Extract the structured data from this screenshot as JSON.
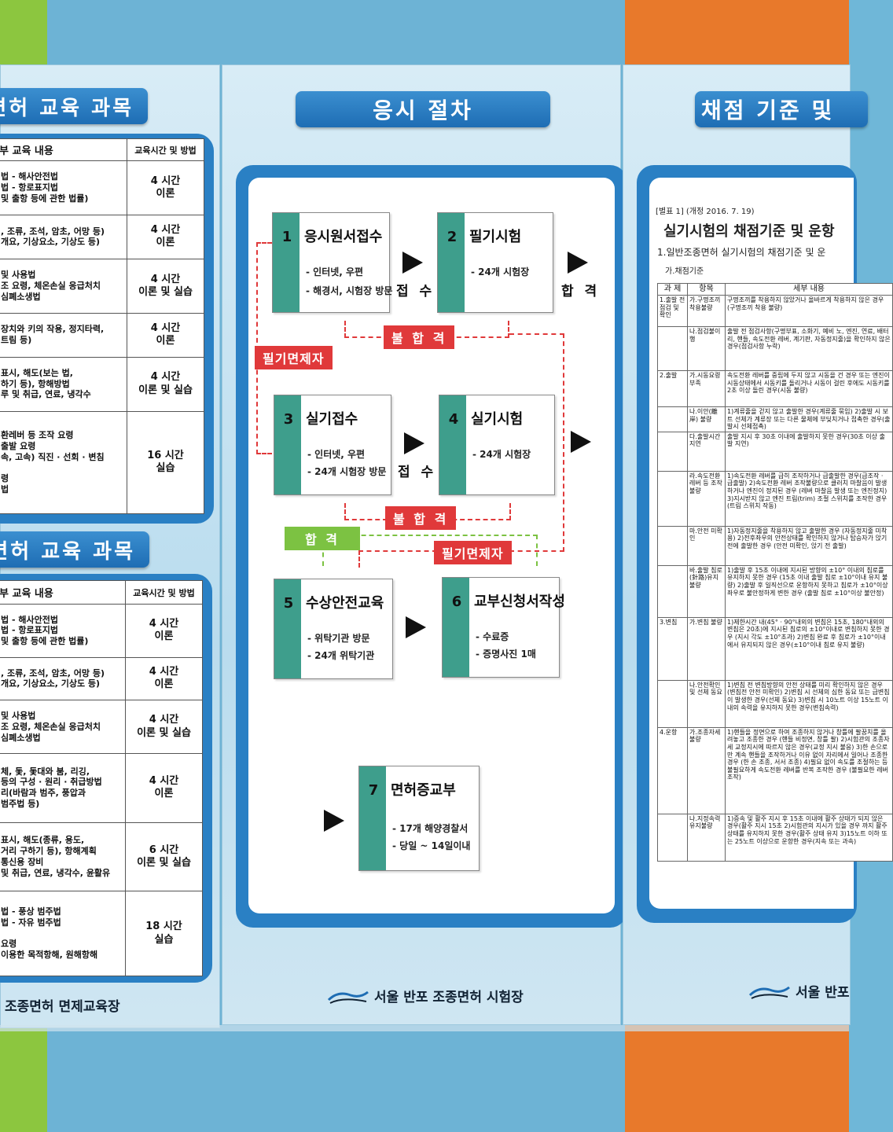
{
  "left_panel": {
    "heading1": "면허 교육 과목",
    "heading2": "면허 교육 과목",
    "col_content": "부 교육 내용",
    "col_time": "교육시간 및 방법",
    "table1": [
      {
        "content": "법          - 해사안전법\n법          - 항로표지법\n및 출항 등에 관한 법률)",
        "time": "4 시간\n이론"
      },
      {
        "content": ", 조류, 조석, 암초, 어망 등)\n개요, 기상요소, 기상도 등)",
        "time": "4 시간\n이론"
      },
      {
        "content": "및 사용법\n조 요령, 체온손실 응급처치\n심폐소생법",
        "time": "4 시간\n이론 및 실습"
      },
      {
        "content": "장치와 키의 작용, 정지타력,\n트림 등)",
        "time": "4 시간\n이론"
      },
      {
        "content": "표시, 해도(보는 법,\n하기 등), 항해방법\n루 및 취급, 연료, 냉각수",
        "time": "4 시간\n이론 및 실습"
      },
      {
        "content": "환레버 등 조작 요령\n출발 요령\n속, 고속) 직진 · 선회 · 변침\n\n령\n법",
        "time": "16 시간\n실습"
      }
    ],
    "table2": [
      {
        "content": "법          - 해사안전법\n법          - 항로표지법\n및 출항 등에 관한 법률)",
        "time": "4 시간\n이론"
      },
      {
        "content": ", 조류, 조석, 암초, 어망 등)\n개요, 기상요소, 기상도 등)",
        "time": "4 시간\n이론"
      },
      {
        "content": "및 사용법\n조 요령, 체온손실 응급처치\n심폐소생법",
        "time": "4 시간\n이론 및 실습"
      },
      {
        "content": "체, 돛, 돛대와 붐, 리깅,\n등의 구성 · 원리 · 취급방법\n리(바람과 범주, 풍압과\n범주법 등)",
        "time": "4 시간\n이론"
      },
      {
        "content": "표시, 해도(종류, 용도,\n거리 구하기 등), 항해계획\n통신용 장비\n및 취급, 연료, 냉각수, 윤활유",
        "time": "6 시간\n이론 및 실습"
      },
      {
        "content": "법          - 풍상 범주법\n법          - 자유 범주법\n\n요령\n이용한 목적항해, 원해항해",
        "time": "18 시간\n실습"
      }
    ],
    "footer": "조종면허 면제교육장"
  },
  "center_panel": {
    "heading": "응시 절차",
    "steps": [
      {
        "num": "1",
        "title": "응시원서접수",
        "lines": [
          "- 인터넷, 우편",
          "- 해경서, 시험장 방문"
        ]
      },
      {
        "num": "2",
        "title": "필기시험",
        "lines": [
          "- 24개 시험장"
        ]
      },
      {
        "num": "3",
        "title": "실기접수",
        "lines": [
          "- 인터넷, 우편",
          "- 24개 시험장 방문"
        ]
      },
      {
        "num": "4",
        "title": "실기시험",
        "lines": [
          "- 24개 시험장"
        ]
      },
      {
        "num": "5",
        "title": "수상안전교육",
        "lines": [
          "- 위탁기관 방문",
          "- 24개 위탁기관"
        ]
      },
      {
        "num": "6",
        "title": "교부신청서작성",
        "lines": [
          "- 수료증",
          "- 증명사진 1매"
        ]
      },
      {
        "num": "7",
        "title": "면허증교부",
        "lines": [
          "- 17개 해양경찰서",
          "- 당일 ~ 14일이내"
        ]
      }
    ],
    "labels": {
      "receive1": "접 수",
      "pass1": "합 격",
      "receive2": "접 수",
      "fail1": "불 합 격",
      "fail2": "불 합 격",
      "written_exempt1": "필기면제자",
      "written_exempt2": "필기면제자",
      "pass2": "합 격"
    },
    "footer": "서울 반포 조종면허 시험장"
  },
  "right_panel": {
    "heading": "채점 기준 및",
    "annex": "[별표 1] (개정 2016. 7. 19)",
    "title": "실기시험의 채점기준 및 운항",
    "subtitle": "1.일반조종면허 실기시험의 채점기준 및 운",
    "subsub": "가.채점기준",
    "columns": [
      "과 제",
      "항목",
      "세부 내용"
    ],
    "rows": [
      {
        "task": "1.출발 전 점검 및 확인",
        "item": "가.구명조끼 착용불량",
        "detail": "구명조끼를 착용하지 않았거나 올바르게 착용하지 않은 경우(구명조끼 착용 불량)"
      },
      {
        "task": "",
        "item": "나.점검불이행",
        "detail": "출발 전 점검사항(구명부표, 소화기, 예비 노, 엔진, 연료, 배터리, 핸들, 속도전환 레버, 계기판, 자동정지줄)을 확인하지 않은 경우(점검사항 누락)"
      },
      {
        "task": "2.출발",
        "item": "가.시동요령 부족",
        "detail": "속도전환 레버를 중립에 두지 않고 시동을 건 경우 또는 엔진이 시동상태에서 시동키를 돌리거나 시동이 걸린 후에도 시동키를 2초 이상 돌린 경우(시동 불량)"
      },
      {
        "task": "",
        "item": "나.이안(離岸) 불량",
        "detail": "1)계류줄을 걷지 않고 출발한 경우(계류줄 묶임) 2)출발 시 보트 선체가 계류장 또는 다른 물체에 부딪치거나 접촉한 경우(출발시 선체접촉)"
      },
      {
        "task": "",
        "item": "다.출발시간 지연",
        "detail": "출발 지시 후 30초 이내에 출발하지 못한 경우(30초 이상 출발 지연)"
      },
      {
        "task": "",
        "item": "라.속도전환 레버 등 조작불량",
        "detail": "1)속도전환 레버를 급히 조작하거나 급출발한 경우(급조작 · 급출발) 2)속도전환 레버 조작불량으로 클러치 마찰음이 발생하거나 엔진이 정지된 경우 (레버 마찰음 발생 또는 엔진정지) 3)지시받지 않고 엔진 트림(trim) 조절 스위치를 조작한 경우(트림 스위치 작동)"
      },
      {
        "task": "",
        "item": "마.안전 미확인",
        "detail": "1)자동정지줄을 착용하지 않고 출발한 경우 (자동정지줄 미착용) 2)전후좌우의 안전상태를 확인하지 않거나 탑승자가 앉기 전에 출발한 경우 (안전 미확인, 앉기 전 출발)"
      },
      {
        "task": "",
        "item": "바.출발 침로 (針路)유지 불량",
        "detail": "1)출발 후 15초 이내에 지시된 방향의 ±10° 이내의 침로를 유지하지 못한 경우 (15초 이내 출발 침로 ±10°이내 유지 불량) 2)출발 후 일직선으로 운항하지 못하고 침로가 ±10°이상 좌우로 불안정하게 변한 경우 (출발 침로 ±10°이상 불안정)"
      },
      {
        "task": "3.변침",
        "item": "가.변침 불량",
        "detail": "1)제한시간 내(45° · 90°내외의 변침은 15초, 180°내외의 변침은 20초)에 지시된 침로의 ±10°이내로 변침하지 못한 경우 (지시 각도 ±10°초과) 2)변침 완료 후 침로가 ±10°이내에서 유지되지 않은 경우(±10°이내 침로 유지 불량)"
      },
      {
        "task": "",
        "item": "나.안전확인 및 선체 동요",
        "detail": "1)변침 전 변침방향의 안전 상태를 미리 확인하지 않은 경우(변침전 안전 미확인) 2)변침 시 선체의 심한 동요 또는 급변침이 발생한 경우(선체 동요) 3)변침 시 10노트 이상 15노트 이내의 속력을 유지하지 못한 경우(변침속력)"
      },
      {
        "task": "4.운항",
        "item": "가.조종자세 불량",
        "detail": "1)핸들을 정면으로 하여 조종하지 않거나 창틀에 팔꿈치를 올려놓고 조종한 경우 (핸들 비정면, 창틀 팔) 2)시험관의 조종자세 교정지시에 따르지 않은 경우(교정 지시 불응) 3)한 손으로만 계속 핸들을 조작하거나 이유 없이 자리에서 일어나 조종한 경우 (한 손 조종, 서서 조종) 4)필요 없이 속도를 조절하는 등 불필요하게 속도전환 레버를 반복 조작한 경우 (불필요한 레버 조작)"
      },
      {
        "task": "",
        "item": "나.지정속력 유지불량",
        "detail": "1)증속 및 활주 지시 후 15초 이내에 활주 상태가 되지 않은 경우(활주 지시 15초 2)시험관의 지시가 있을 경우 까지 활주 상태를 유지하지 못한 경우(활주 상태 유지 3)15노트 이하 또는 25노트 이상으로 운항한 경우(지속 또는 과속)"
      }
    ],
    "footer": "서울 반포"
  }
}
